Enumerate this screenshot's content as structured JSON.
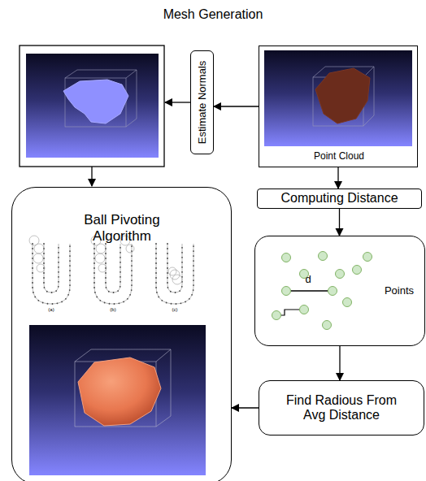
{
  "diagram": {
    "title": "Mesh Generation",
    "nodes": [
      {
        "text": [
          "Point Cloud"
        ]
      },
      {
        "text": [
          "Estimate Normals"
        ]
      },
      {
        "text": [
          "Ball Pivoting Algorithm"
        ]
      },
      {
        "text": [
          "Computing Distance"
        ]
      },
      {
        "text": [
          "d",
          "Points"
        ]
      },
      {
        "text": [
          "Find Radious From Avg Distance"
        ]
      }
    ],
    "edges": [
      {
        "from": 0,
        "to": 1,
        "arrow": "to"
      },
      {
        "from": 0,
        "to": 3,
        "arrow": "to"
      },
      {
        "from": 3,
        "to": 4,
        "arrow": "to"
      },
      {
        "from": 4,
        "to": 5,
        "arrow": "to"
      },
      {
        "from": 5,
        "to": 2,
        "arrow": "to"
      }
    ],
    "labels": [
      "(a)",
      "(b)",
      "(c)"
    ]
  }
}
